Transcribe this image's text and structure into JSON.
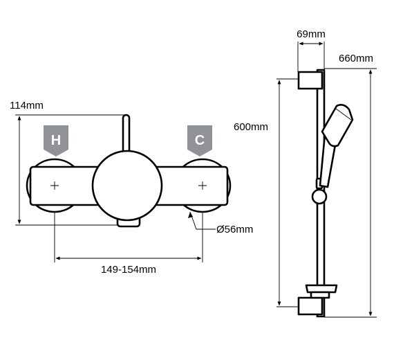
{
  "labels": {
    "valve_height": "114mm",
    "centres": "149-154mm",
    "outlet_diameter": "Ø56mm",
    "rail_height": "600mm",
    "rail_depth": "69mm",
    "overall_height": "660mm"
  },
  "badges": {
    "hot": "H",
    "cold": "C",
    "color": "#8f9397"
  }
}
